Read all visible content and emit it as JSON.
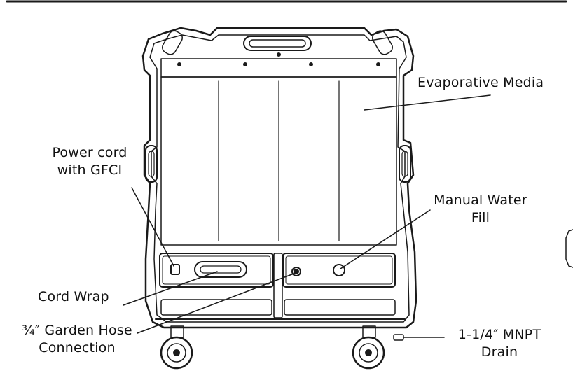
{
  "labels": {
    "evaporative_media": "Evaporative Media",
    "power_cord_line1": "Power cord",
    "power_cord_line2": "with GFCI",
    "manual_water_fill_line1": "Manual Water",
    "manual_water_fill_line2": "Fill",
    "cord_wrap": "Cord Wrap",
    "garden_hose_line1": "¾″ Garden Hose",
    "garden_hose_line2": "Connection",
    "drain_line1": "1-1/4″ MNPT",
    "drain_line2": "Drain"
  },
  "colors": {
    "line": "#1a1a1a",
    "background": "#ffffff"
  }
}
